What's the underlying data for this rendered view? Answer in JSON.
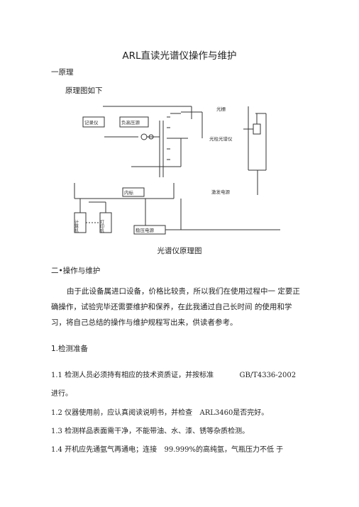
{
  "doc": {
    "title": "ARL直读光谱仪操作与维护",
    "section1": "一原理",
    "section1_sub": "原理图如下",
    "diagram": {
      "recorder": "记录仪",
      "high_voltage": "负高压源",
      "light_path": "光栅",
      "spectrometer": "光柱光谱仪",
      "excite_power": "激发电源",
      "internal": "内标",
      "computer": "计算机",
      "printer": "打印机",
      "stable_power": "稳压电源"
    },
    "caption": "光谱仪原理图",
    "section2": "二•操作与维护",
    "intro_lines": [
      "由于此设备属进口设备，价格比较贵，所以我们在使用过程中一 定要正",
      "确操作，试验完毕还需要维护和保养，在此我通过自己长时间 的使用和学",
      "习，将自己总结的操作与维护规程写出来，供读者参考。"
    ],
    "prep_title": "1.检测准备",
    "items": [
      {
        "num": "1.1",
        "text": "检测人员必须持有相应的技术资质证，并按标准",
        "tail": "GB/T4336-2002"
      },
      {
        "num": "",
        "text": "进行。",
        "tail": ""
      },
      {
        "num": "1.2",
        "text": "仪器使用前，应认真阅读说明书，并检查",
        "tail": "ARL3460是否完好。"
      },
      {
        "num": "1.3",
        "text": "检测样品表面需干净，不能带油、水、漆、锈等杂质检测。",
        "tail": ""
      },
      {
        "num": "1.4",
        "text": "开机应先通氩气再通电；连接",
        "tail": "99.999%的高纯氩，气瓶压力不低  于"
      }
    ]
  }
}
